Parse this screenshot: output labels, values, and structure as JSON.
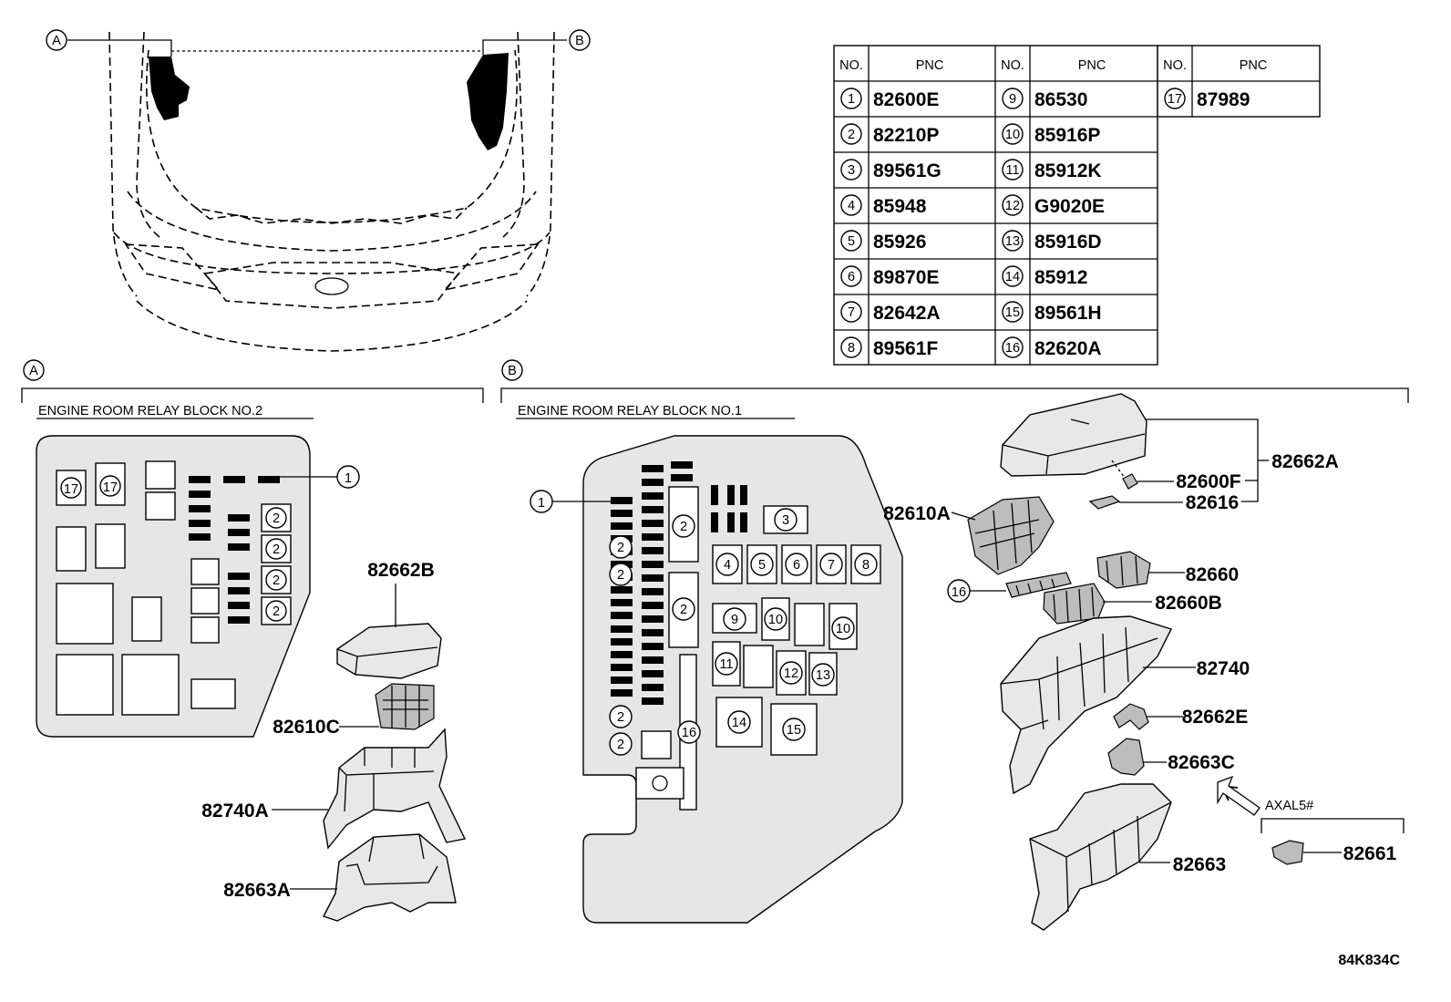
{
  "diagram": {
    "ref_a": "A",
    "ref_b": "B",
    "figure_code": "84K834C"
  },
  "table": {
    "headers": [
      "NO.",
      "PNC",
      "NO.",
      "PNC",
      "NO.",
      "PNC"
    ],
    "rows": [
      {
        "no": "1",
        "pnc": "82600E"
      },
      {
        "no": "2",
        "pnc": "82210P"
      },
      {
        "no": "3",
        "pnc": "89561G"
      },
      {
        "no": "4",
        "pnc": "85948"
      },
      {
        "no": "5",
        "pnc": "85926"
      },
      {
        "no": "6",
        "pnc": "89870E"
      },
      {
        "no": "7",
        "pnc": "82642A"
      },
      {
        "no": "8",
        "pnc": "89561F"
      },
      {
        "no": "9",
        "pnc": "86530"
      },
      {
        "no": "10",
        "pnc": "85916P"
      },
      {
        "no": "11",
        "pnc": "85912K"
      },
      {
        "no": "12",
        "pnc": "G9020E"
      },
      {
        "no": "13",
        "pnc": "85916D"
      },
      {
        "no": "14",
        "pnc": "85912"
      },
      {
        "no": "15",
        "pnc": "89561H"
      },
      {
        "no": "16",
        "pnc": "82620A"
      },
      {
        "no": "17",
        "pnc": "87989"
      }
    ]
  },
  "section_a": {
    "title": "ENGINE ROOM RELAY BLOCK NO.2",
    "callouts": [
      "82662B",
      "82610C",
      "82740A",
      "82663A"
    ]
  },
  "section_b": {
    "title": "ENGINE ROOM RELAY BLOCK NO.1",
    "callouts": [
      "82662A",
      "82600F",
      "82616",
      "82610A",
      "82660",
      "82660B",
      "82740",
      "82662E",
      "82663C",
      "82663",
      "82661"
    ],
    "variant_label": "AXAL5#"
  }
}
